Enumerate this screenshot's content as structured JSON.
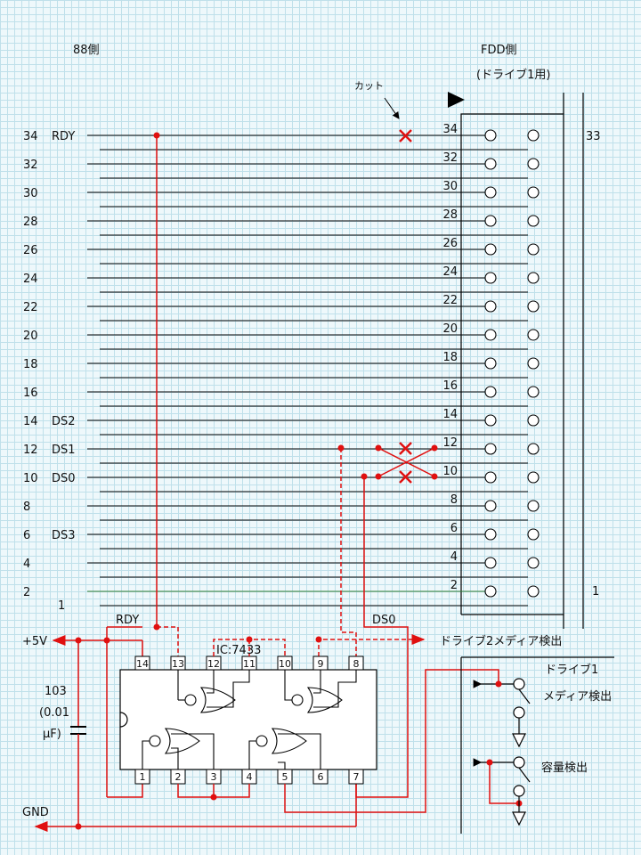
{
  "headers": {
    "left_title": "88側",
    "right_title": "FDD側",
    "right_subtitle": "(ドライブ1用)",
    "cut_label": "カット"
  },
  "left_pins": [
    {
      "num": "34",
      "signal": "RDY"
    },
    {
      "num": "32",
      "signal": ""
    },
    {
      "num": "30",
      "signal": ""
    },
    {
      "num": "28",
      "signal": ""
    },
    {
      "num": "26",
      "signal": ""
    },
    {
      "num": "24",
      "signal": ""
    },
    {
      "num": "22",
      "signal": ""
    },
    {
      "num": "20",
      "signal": ""
    },
    {
      "num": "18",
      "signal": ""
    },
    {
      "num": "16",
      "signal": ""
    },
    {
      "num": "14",
      "signal": "DS2"
    },
    {
      "num": "12",
      "signal": "DS1"
    },
    {
      "num": "10",
      "signal": "DS0"
    },
    {
      "num": "8",
      "signal": ""
    },
    {
      "num": "6",
      "signal": "DS3"
    },
    {
      "num": "4",
      "signal": ""
    },
    {
      "num": "2",
      "signal": ""
    }
  ],
  "left_pin_one": "1",
  "right_pin_numbers": [
    "34",
    "32",
    "30",
    "28",
    "26",
    "24",
    "22",
    "20",
    "18",
    "16",
    "14",
    "12",
    "10",
    "8",
    "6",
    "4",
    "2"
  ],
  "connector_end_labels": {
    "top": "33",
    "bottom": "1"
  },
  "logic": {
    "rdy_label": "RDY",
    "ic_label": "IC:7433",
    "ds0_label": "DS0",
    "drive2_media_label": "ドライブ2メディア検出",
    "vcc_label": "+5V",
    "gnd_label": "GND",
    "cap_value": "103",
    "cap_detail_1": "(0.01",
    "cap_detail_2": "μF)",
    "ic_top_pins": [
      "14",
      "13",
      "12",
      "11",
      "10",
      "9",
      "8"
    ],
    "ic_bottom_pins": [
      "1",
      "2",
      "3",
      "4",
      "5",
      "6",
      "7"
    ]
  },
  "right_side": {
    "drive1_label": "ドライブ1",
    "media_label": "メディア検出",
    "capacity_label": "容量検出"
  },
  "colors": {
    "wire": "#000000",
    "mod": "#e01010",
    "ground_line": "#2e7d32",
    "grid": "#bfe0ea",
    "background": "#eef8fb"
  }
}
